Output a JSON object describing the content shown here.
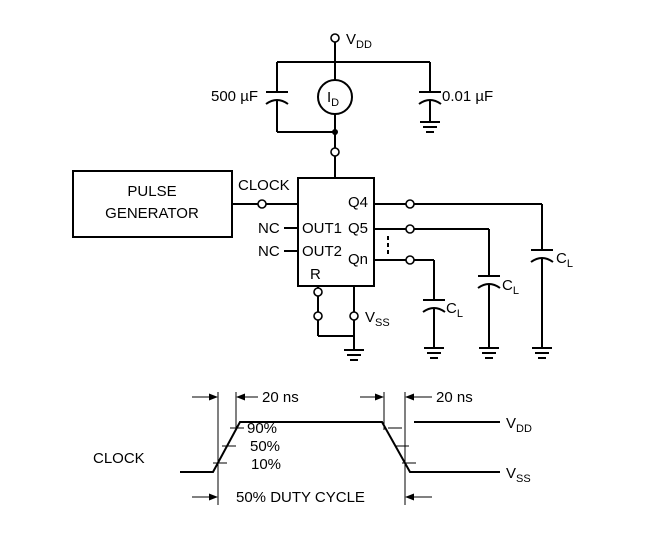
{
  "vdd": {
    "main": "V",
    "sub": "DD"
  },
  "vss": {
    "main": "V",
    "sub": "SS"
  },
  "cap_left_label": "500 µF",
  "cap_right_label": "0.01 µF",
  "current_source": {
    "main": "I",
    "sub": "D"
  },
  "pulse_generator": {
    "line1": "PULSE",
    "line2": "GENERATOR"
  },
  "clock_label": "CLOCK",
  "ic_pins": {
    "q4": "Q4",
    "q5": "Q5",
    "qn": "Qn",
    "out1": "OUT1",
    "out2": "OUT2",
    "r": "R"
  },
  "nc_label": "NC",
  "load_cap": {
    "main": "C",
    "sub": "L"
  },
  "timing": {
    "rise_time": "20 ns",
    "fall_time": "20 ns",
    "level_90": "90%",
    "level_50": "50%",
    "level_10": "10%",
    "clock_label": "CLOCK",
    "duty_cycle": "50% DUTY CYCLE",
    "vdd": {
      "main": "V",
      "sub": "DD"
    },
    "vss": {
      "main": "V",
      "sub": "SS"
    }
  }
}
